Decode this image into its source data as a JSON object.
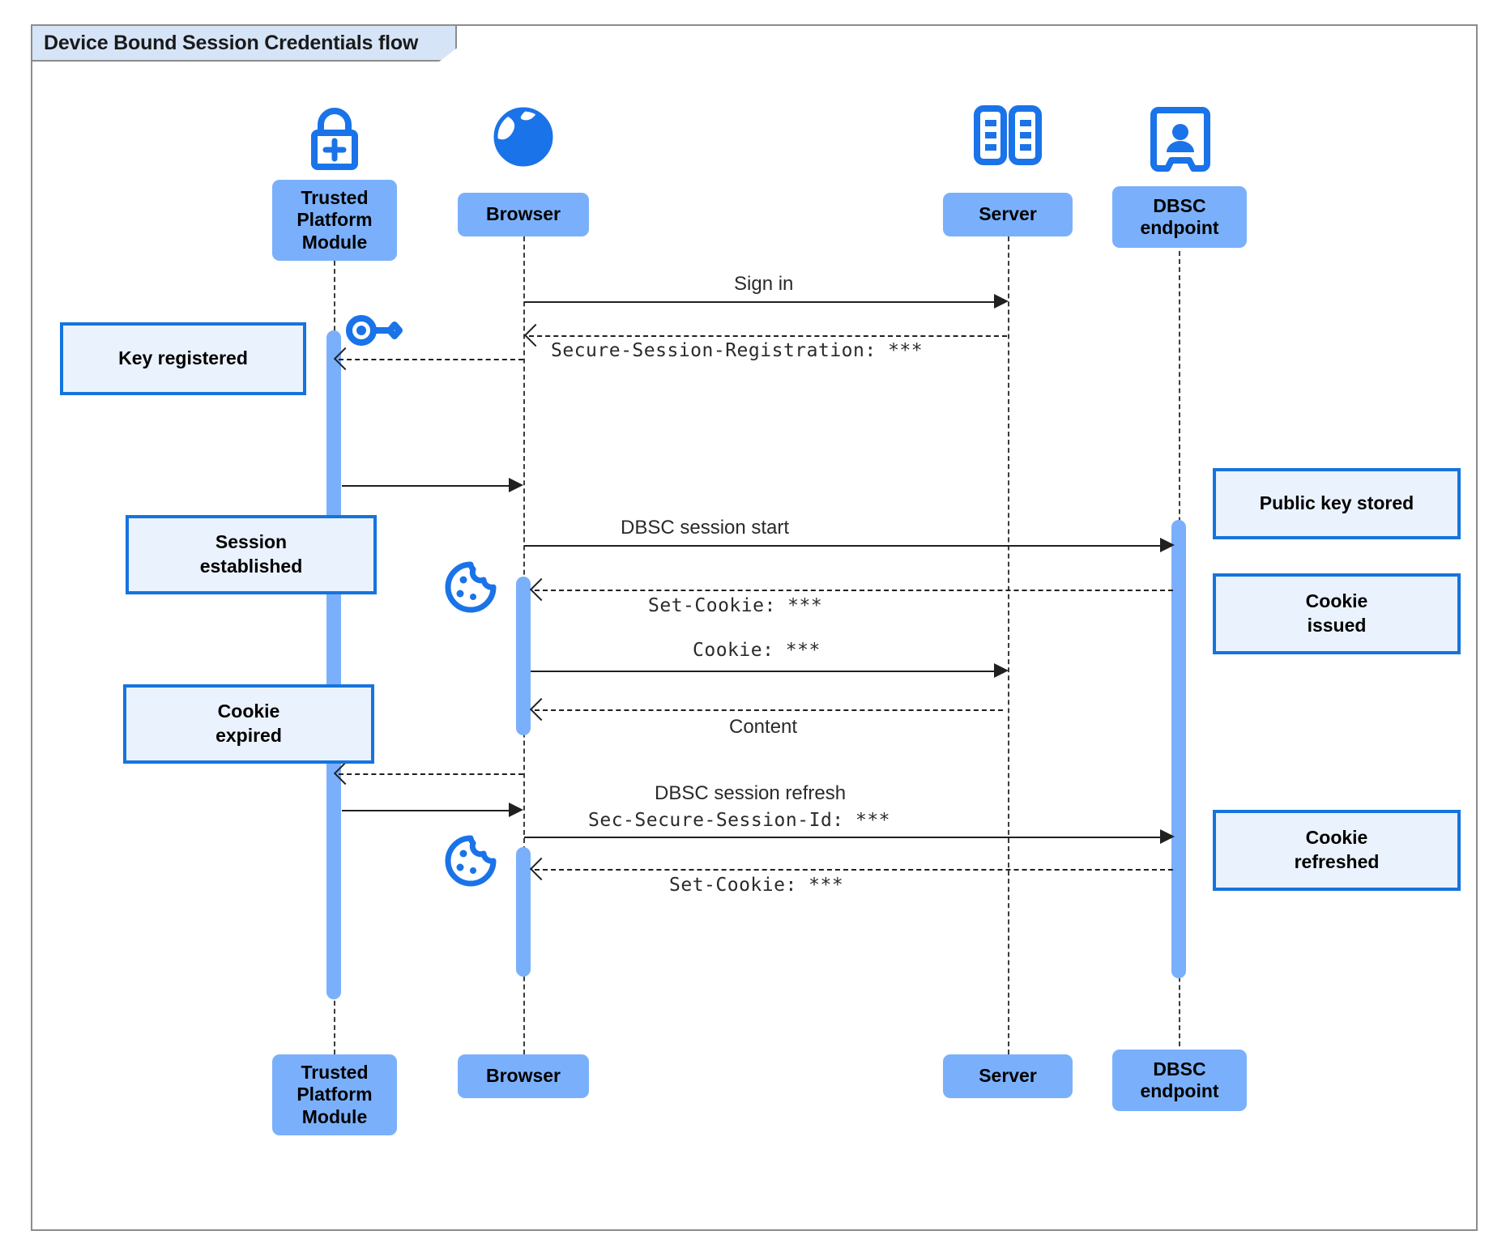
{
  "diagram": {
    "title": "Device Bound Session Credentials flow",
    "type": "uml-sequence-diagram",
    "colors": {
      "participant_fill": "#7ab0fb",
      "note_fill": "#eaf2fd",
      "note_border": "#1574dd",
      "icon_blue": "#1a73e8",
      "title_fill": "#d6e4f8",
      "frame_border": "#8c8c8c",
      "line": "#202020"
    }
  },
  "participants": [
    {
      "id": "tpm",
      "label": "Trusted\nPlatform\nModule",
      "label_line1": "Trusted",
      "label_line2": "Platform",
      "label_line3": "Module",
      "icon": "lock-plus-icon"
    },
    {
      "id": "browser",
      "label": "Browser",
      "icon": "globe-icon"
    },
    {
      "id": "server",
      "label": "Server",
      "icon": "server-racks-icon"
    },
    {
      "id": "dbsc",
      "label": "DBSC\nendpoint",
      "label_line1": "DBSC",
      "label_line2": "endpoint",
      "icon": "id-badge-icon"
    }
  ],
  "messages": [
    {
      "id": "m1",
      "from": "browser",
      "to": "server",
      "label": "Sign in",
      "style": "solid",
      "font": "sans"
    },
    {
      "id": "m2",
      "from": "server",
      "to": "browser",
      "label": "Secure-Session-Registration: ***",
      "style": "dashed",
      "font": "mono"
    },
    {
      "id": "m3",
      "from": "tpm",
      "to": "browser",
      "label": "",
      "style": "solid",
      "font": "sans"
    },
    {
      "id": "m4",
      "from": "browser",
      "to": "dbsc",
      "label": "DBSC session start",
      "style": "solid",
      "font": "sans"
    },
    {
      "id": "m5",
      "from": "dbsc",
      "to": "browser",
      "label": "Set-Cookie: ***",
      "style": "dashed",
      "font": "mono"
    },
    {
      "id": "m6",
      "from": "browser",
      "to": "server",
      "label": "Cookie: ***",
      "style": "solid",
      "font": "mono"
    },
    {
      "id": "m7",
      "from": "server",
      "to": "browser",
      "label": "Content",
      "style": "dashed",
      "font": "sans"
    },
    {
      "id": "m8",
      "from": "browser",
      "to": "tpm",
      "label": "",
      "style": "dashed",
      "font": "sans"
    },
    {
      "id": "m9",
      "from": "tpm",
      "to": "browser",
      "label": "",
      "style": "solid",
      "font": "sans"
    },
    {
      "id": "m10",
      "from": "browser",
      "to": "dbsc",
      "label_sans": "DBSC session refresh",
      "label_mono": "Sec-Secure-Session-Id: ***",
      "style": "solid"
    },
    {
      "id": "m11",
      "from": "dbsc",
      "to": "browser",
      "label": "Set-Cookie: ***",
      "style": "dashed",
      "font": "mono"
    }
  ],
  "notes": [
    {
      "id": "n1",
      "text": "Key registered",
      "line1": "Key registered",
      "line2": "",
      "side": "left",
      "attached": "tpm"
    },
    {
      "id": "n2",
      "text": "Session established",
      "line1": "Session",
      "line2": "established",
      "side": "left",
      "attached": "tpm"
    },
    {
      "id": "n3",
      "text": "Cookie expired",
      "line1": "Cookie",
      "line2": "expired",
      "side": "left",
      "attached": "tpm"
    },
    {
      "id": "n4",
      "text": "Public key stored",
      "line1": "Public key stored",
      "line2": "",
      "side": "right",
      "attached": "dbsc"
    },
    {
      "id": "n5",
      "text": "Cookie issued",
      "line1": "Cookie",
      "line2": "issued",
      "side": "right",
      "attached": "dbsc"
    },
    {
      "id": "n6",
      "text": "Cookie refreshed",
      "line1": "Cookie",
      "line2": "refreshed",
      "side": "right",
      "attached": "dbsc"
    }
  ],
  "decor_icons": [
    {
      "id": "key",
      "name": "key-icon",
      "near": "tpm"
    },
    {
      "id": "cookie1",
      "name": "cookie-icon",
      "near": "browser"
    },
    {
      "id": "cookie2",
      "name": "cookie-icon",
      "near": "browser"
    }
  ]
}
